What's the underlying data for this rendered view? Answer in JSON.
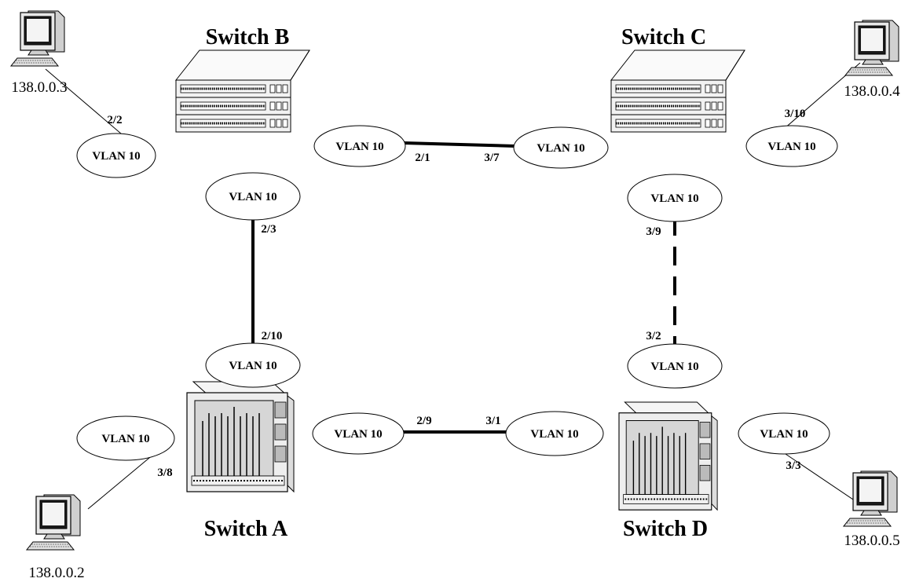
{
  "switches": {
    "a": {
      "title": "Switch A"
    },
    "b": {
      "title": "Switch B"
    },
    "c": {
      "title": "Switch C"
    },
    "d": {
      "title": "Switch D"
    }
  },
  "vlan_label": "VLAN 10",
  "ports": {
    "b_host": "2/2",
    "b_c": "2/1",
    "c_b": "3/7",
    "c_host": "3/10",
    "b_a": "2/3",
    "c_d": "3/9",
    "a_b": "2/10",
    "d_c": "3/2",
    "a_d": "2/9",
    "d_a": "3/1",
    "a_host": "3/8",
    "d_host": "3/3"
  },
  "hosts": {
    "b": "138.0.0.3",
    "c": "138.0.0.4",
    "a": "138.0.0.2",
    "d": "138.0.0.5"
  },
  "links": [
    {
      "from": "Switch B",
      "to": "Switch C",
      "style": "solid"
    },
    {
      "from": "Switch B",
      "to": "Switch A",
      "style": "solid"
    },
    {
      "from": "Switch C",
      "to": "Switch D",
      "style": "dashed"
    },
    {
      "from": "Switch A",
      "to": "Switch D",
      "style": "solid"
    }
  ]
}
